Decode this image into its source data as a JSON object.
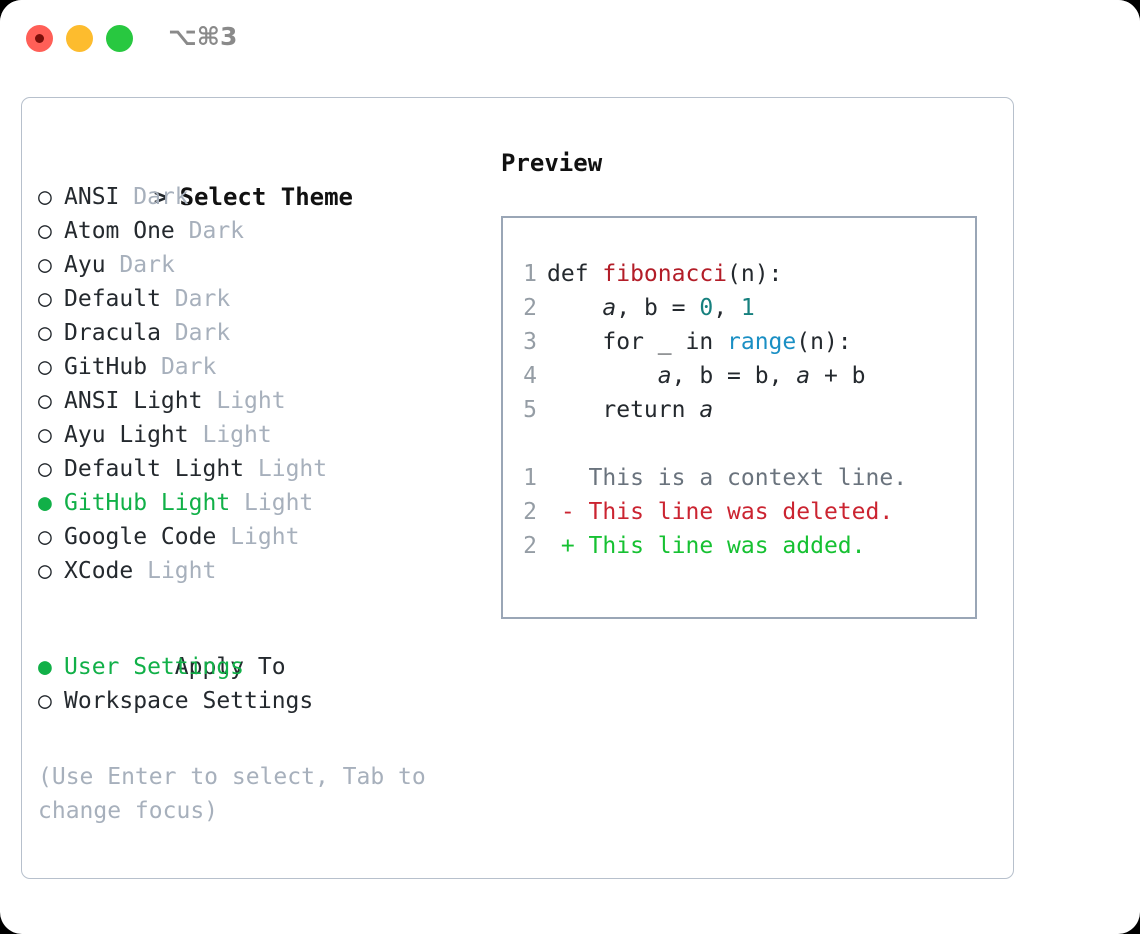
{
  "window": {
    "shortcut": "⌥⌘3",
    "traffic_lights": [
      {
        "name": "close",
        "color": "#ff5f57"
      },
      {
        "name": "minimize",
        "color": "#fdbc2e"
      },
      {
        "name": "maximize",
        "color": "#28c840"
      }
    ]
  },
  "theme_picker": {
    "prompt_marker": ">",
    "title": "Select Theme",
    "marker_unselected": "○",
    "marker_selected": "●",
    "items": [
      {
        "name": "ANSI",
        "tag": "Dark",
        "selected": false
      },
      {
        "name": "Atom One",
        "tag": "Dark",
        "selected": false
      },
      {
        "name": "Ayu",
        "tag": "Dark",
        "selected": false
      },
      {
        "name": "Default",
        "tag": "Dark",
        "selected": false
      },
      {
        "name": "Dracula",
        "tag": "Dark",
        "selected": false
      },
      {
        "name": "GitHub",
        "tag": "Dark",
        "selected": false
      },
      {
        "name": "ANSI Light",
        "tag": "Light",
        "selected": false
      },
      {
        "name": "Ayu Light",
        "tag": "Light",
        "selected": false
      },
      {
        "name": "Default Light",
        "tag": "Light",
        "selected": false
      },
      {
        "name": "GitHub Light",
        "tag": "Light",
        "selected": true
      },
      {
        "name": "Google Code",
        "tag": "Light",
        "selected": false
      },
      {
        "name": "XCode",
        "tag": "Light",
        "selected": false
      }
    ]
  },
  "apply_to": {
    "title": "Apply To",
    "options": [
      {
        "name": "User Settings",
        "selected": true
      },
      {
        "name": "Workspace Settings",
        "selected": false
      }
    ]
  },
  "hint": "(Use Enter to select, Tab to change focus)",
  "preview": {
    "title": "Preview",
    "code_lines": [
      {
        "num": "1",
        "tokens": [
          {
            "t": "def ",
            "c": "plain"
          },
          {
            "t": "fibonacci",
            "c": "fn"
          },
          {
            "t": "(n):",
            "c": "plain"
          }
        ]
      },
      {
        "num": "2",
        "tokens": [
          {
            "t": "    ",
            "c": "plain"
          },
          {
            "t": "a",
            "c": "italic"
          },
          {
            "t": ", ",
            "c": "plain"
          },
          {
            "t": "b",
            "c": "plain"
          },
          {
            "t": " = ",
            "c": "plain"
          },
          {
            "t": "0",
            "c": "num"
          },
          {
            "t": ", ",
            "c": "plain"
          },
          {
            "t": "1",
            "c": "num"
          }
        ]
      },
      {
        "num": "3",
        "tokens": [
          {
            "t": "    for _ in ",
            "c": "plain"
          },
          {
            "t": "range",
            "c": "call"
          },
          {
            "t": "(n):",
            "c": "plain"
          }
        ]
      },
      {
        "num": "4",
        "tokens": [
          {
            "t": "        ",
            "c": "plain"
          },
          {
            "t": "a",
            "c": "italic"
          },
          {
            "t": ", b = b, ",
            "c": "plain"
          },
          {
            "t": "a",
            "c": "italic"
          },
          {
            "t": " + b",
            "c": "plain"
          }
        ]
      },
      {
        "num": "5",
        "tokens": [
          {
            "t": "    return ",
            "c": "plain"
          },
          {
            "t": "a",
            "c": "italic"
          }
        ]
      }
    ],
    "diff_lines": [
      {
        "num": "1",
        "sign": " ",
        "text": " This is a context line.",
        "kind": "context"
      },
      {
        "num": "2",
        "sign": "-",
        "text": " This line was deleted.",
        "kind": "deleted"
      },
      {
        "num": "2",
        "sign": "+",
        "text": " This line was added.",
        "kind": "added"
      }
    ]
  },
  "colors": {
    "accent_green": "#11b048",
    "tag_gray": "#a7b0bc",
    "diff_added": "#16c132",
    "diff_deleted": "#cb2431",
    "function_name": "#b31d28",
    "number_literal": "#16807e",
    "builtin_call": "#1a8fc4",
    "line_number": "#959da5",
    "panel_border": "#b7c0cc",
    "preview_border": "#9aa6b6"
  }
}
